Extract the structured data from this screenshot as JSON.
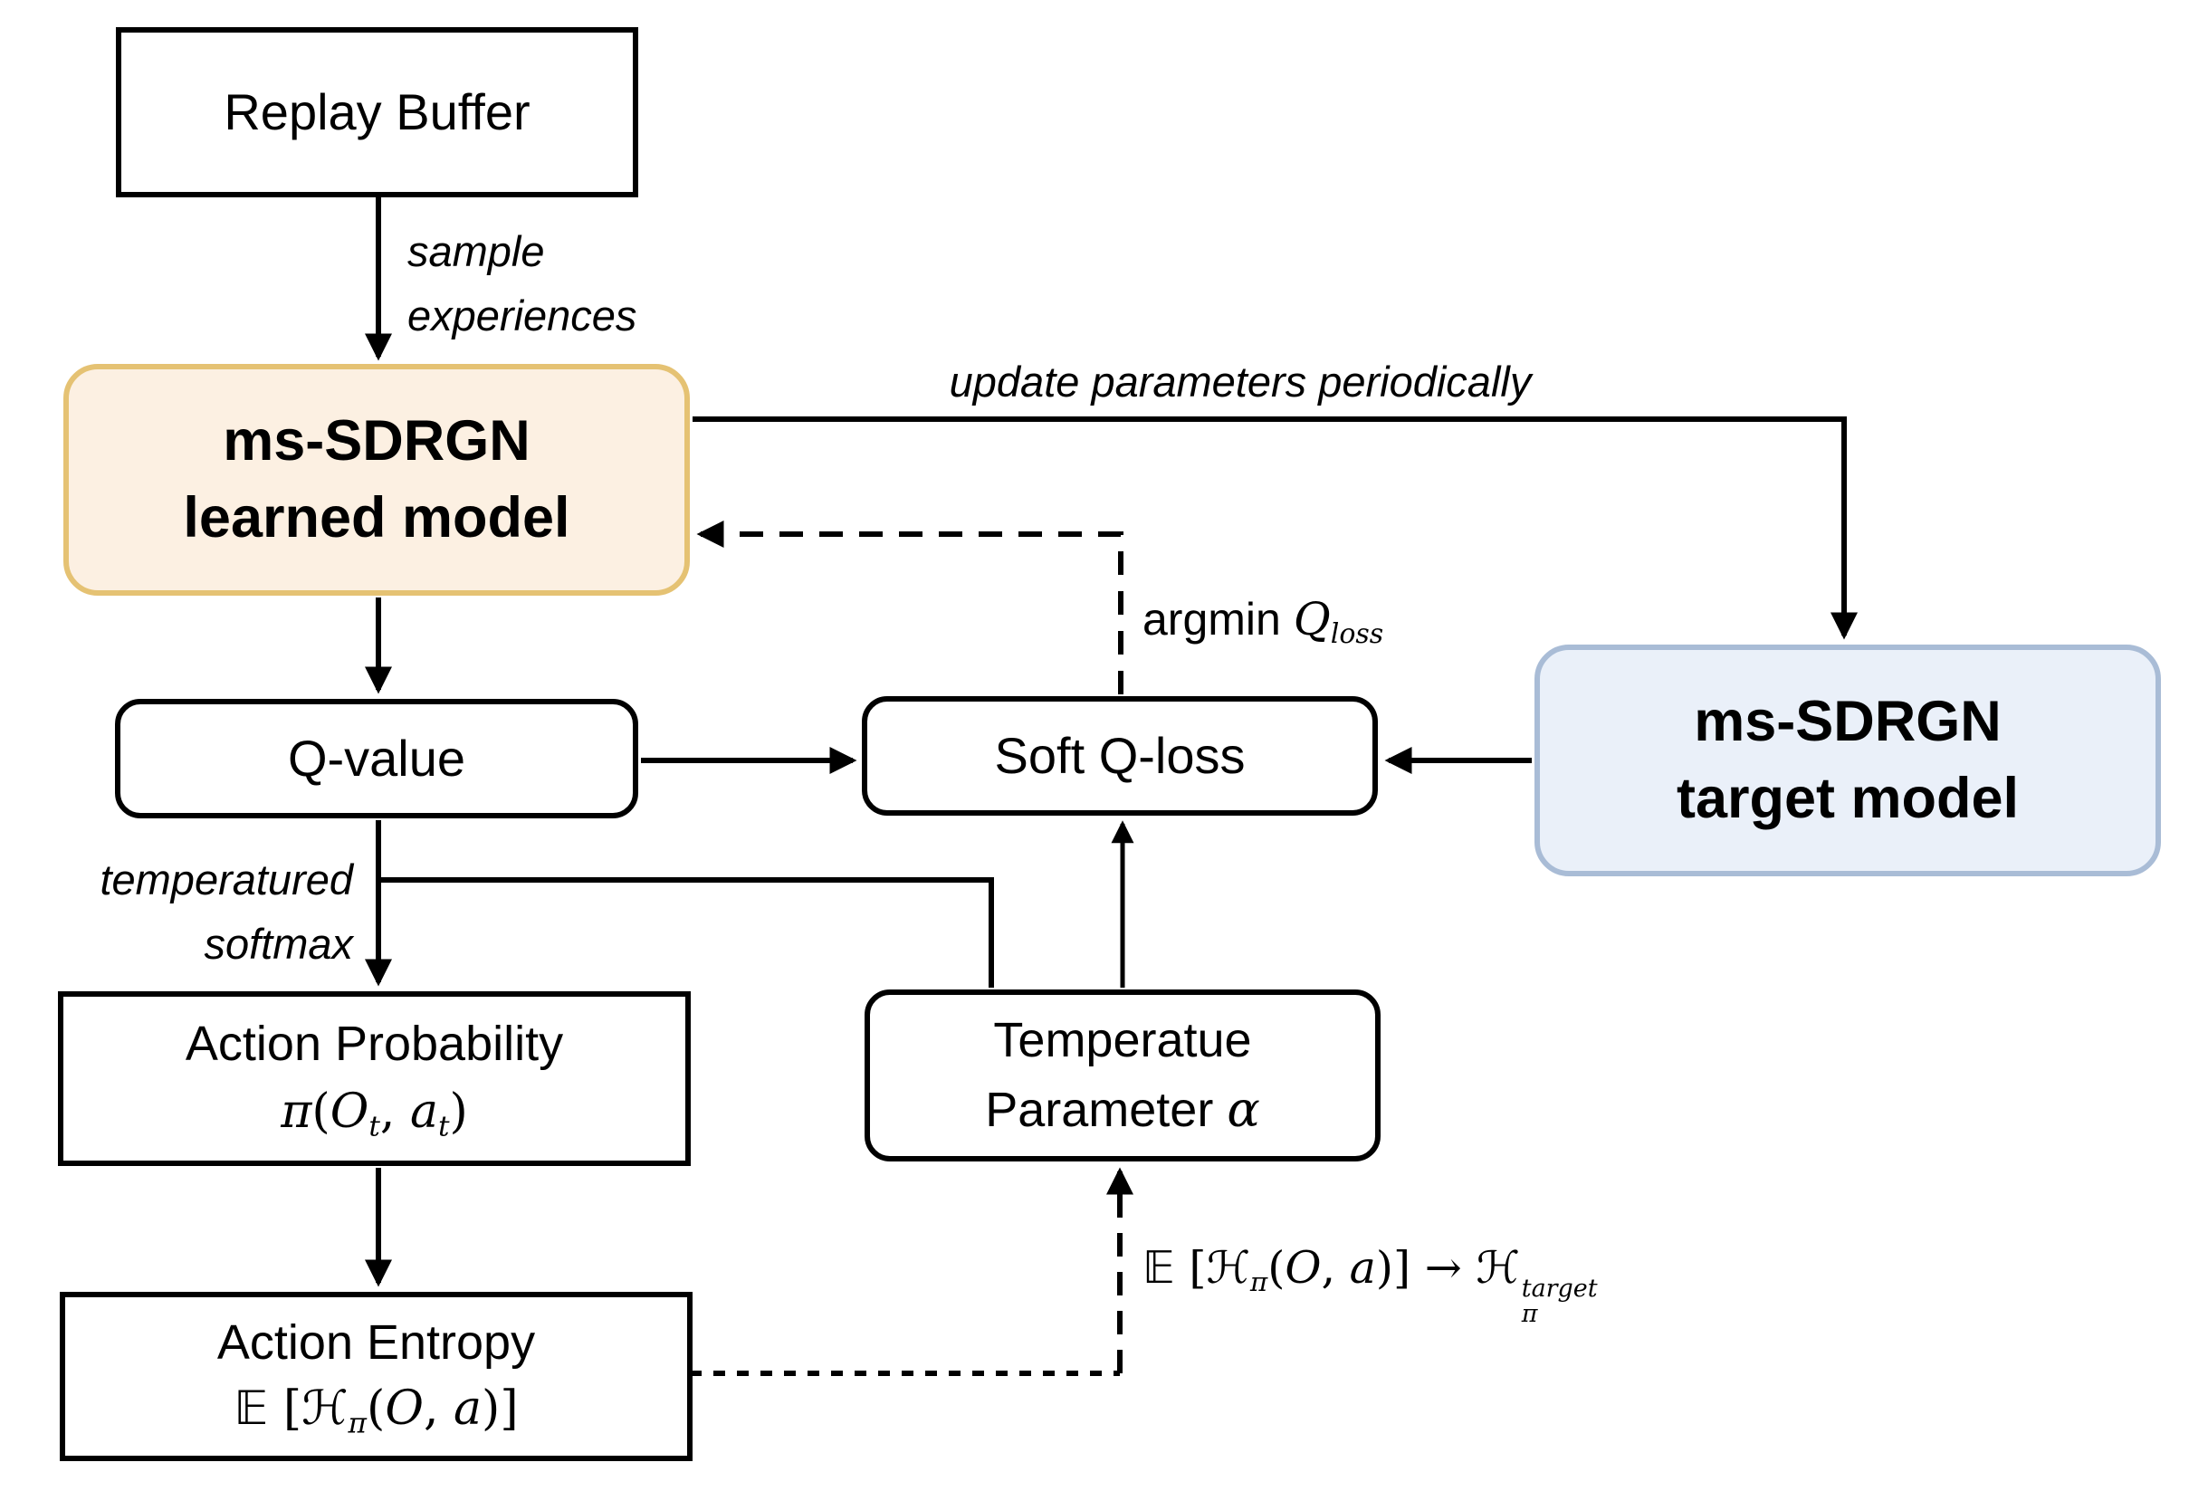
{
  "colors": {
    "learned-fill": "#fcf0e2",
    "learned-border": "#e5c273",
    "target-fill": "#eaf0f9",
    "target-border": "#a9bcd6",
    "line": "#000000"
  },
  "nodes": {
    "replay_buffer": {
      "label": "Replay Buffer"
    },
    "learned_model": {
      "line1": "ms-SDRGN",
      "line2": "learned model"
    },
    "target_model": {
      "line1": "ms-SDRGN",
      "line2": "target model"
    },
    "q_value": {
      "label": "Q-value"
    },
    "soft_q_loss": {
      "label": "Soft Q-loss"
    },
    "temperature": {
      "line1": "Temperatue",
      "line2_math": [
        [
          "sans",
          "Parameter  "
        ],
        [
          "it",
          "α"
        ]
      ]
    },
    "action_probability": {
      "line1": "Action Probability",
      "math": [
        [
          "it",
          "π"
        ],
        [
          "up",
          "("
        ],
        [
          "cal",
          "O"
        ],
        [
          "sub",
          "t"
        ],
        [
          "up",
          ", "
        ],
        [
          "it",
          "a"
        ],
        [
          "sub",
          "t"
        ],
        [
          "up",
          ")"
        ]
      ]
    },
    "action_entropy": {
      "line1": "Action Entropy",
      "math": [
        [
          "bb",
          "𝔼"
        ],
        [
          "up",
          " ["
        ],
        [
          "cal",
          "ℋ"
        ],
        [
          "sub",
          "π"
        ],
        [
          "up",
          "("
        ],
        [
          "cal",
          "O"
        ],
        [
          "up",
          ", "
        ],
        [
          "it",
          "a"
        ],
        [
          "up",
          ")]"
        ]
      ]
    }
  },
  "edge_labels": {
    "sample_experiences": {
      "line1": "sample",
      "line2": "experiences"
    },
    "update_parameters": "update parameters periodically",
    "argmin_qloss_math": [
      [
        "sans",
        "argmin "
      ],
      [
        "it",
        "Q"
      ],
      [
        "sub",
        "loss"
      ]
    ],
    "temperatured_softmax": {
      "line1": "temperatured",
      "line2": "softmax"
    },
    "entropy_target_math": [
      [
        "bb",
        "𝔼"
      ],
      [
        "up",
        " ["
      ],
      [
        "cal",
        "ℋ"
      ],
      [
        "sub",
        "π"
      ],
      [
        "up",
        "("
      ],
      [
        "cal",
        "O"
      ],
      [
        "up",
        ", "
      ],
      [
        "it",
        "a"
      ],
      [
        "up",
        ")] "
      ],
      [
        "up",
        "→ "
      ],
      [
        "cal",
        "ℋ"
      ],
      [
        "stack",
        "target|π"
      ]
    ]
  }
}
